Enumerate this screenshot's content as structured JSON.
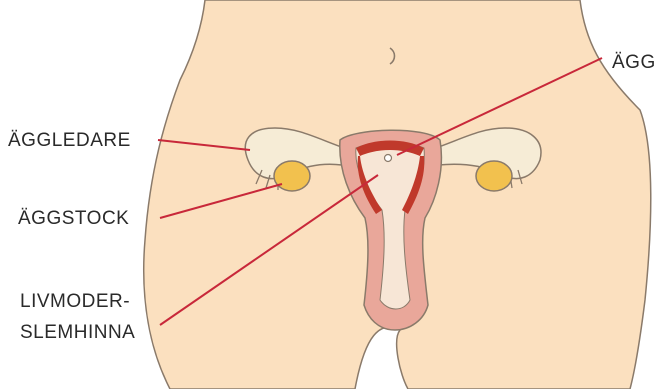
{
  "labels": {
    "fallopian_tube": "ÄGGLEDARE",
    "ovary": "ÄGGSTOCK",
    "endometrium_line1": "LIVMODER-",
    "endometrium_line2": "SLEMHINNA",
    "egg": "ÄGG"
  },
  "colors": {
    "skin": "#fbe0bf",
    "skin_outline": "#8a7a6a",
    "uterus_wall": "#e9a79a",
    "uterus_inner": "#f7e6d6",
    "lining": "#c0392b",
    "ovary": "#f2c14e",
    "tube": "#f6ecd6",
    "pointer_line": "#c8283a"
  },
  "icons": [
    "navel-icon",
    "egg-cell-icon"
  ]
}
